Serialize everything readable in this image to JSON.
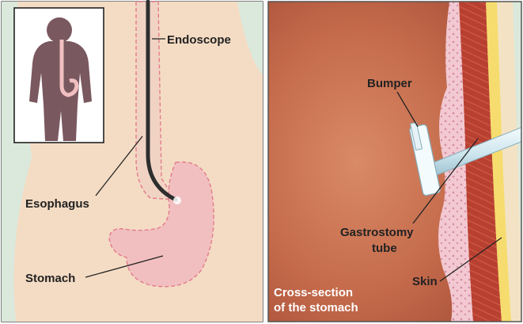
{
  "left_panel": {
    "labels": {
      "endoscope": "Endoscope",
      "esophagus": "Esophagus",
      "stomach": "Stomach"
    }
  },
  "right_panel": {
    "labels": {
      "bumper": "Bumper",
      "gastrostomy_line1": "Gastrostomy",
      "gastrostomy_line2": "tube",
      "skin": "Skin",
      "cross_section_line1": "Cross-section",
      "cross_section_line2": "of the stomach"
    }
  },
  "colors": {
    "skin_body": "#f4dcc4",
    "background_left": "#dbe8dc",
    "stomach_pink": "#f1bfc0",
    "stomach_interior": "#c96e4d",
    "muscle_red": "#b84031",
    "silhouette": "#7a5860",
    "tube": "#cfe6ee"
  }
}
